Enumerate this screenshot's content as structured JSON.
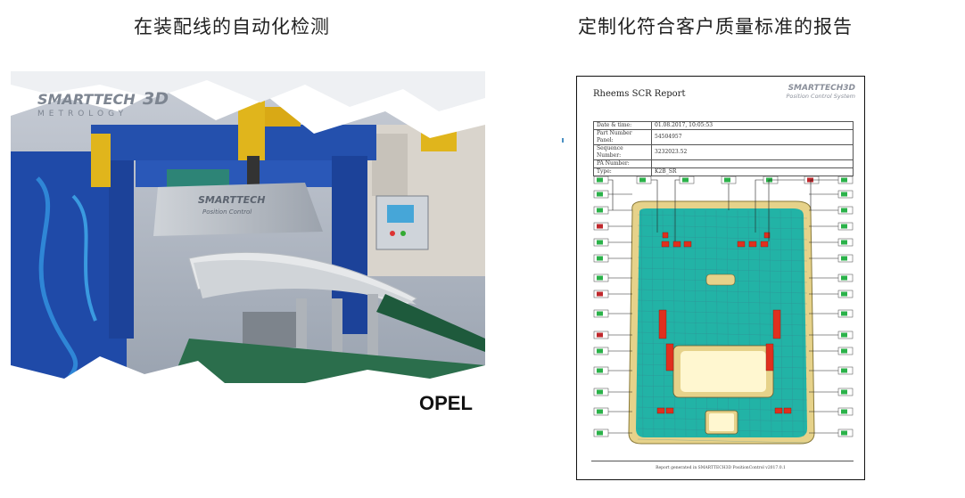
{
  "captions": {
    "left": "在装配线的自动化检测",
    "right": "定制化符合客户质量标准的报告"
  },
  "photo": {
    "logo_main": "SMARTTECH",
    "logo_3d": "3D",
    "logo_sub": "METROLOGY",
    "panel_brand": "SMARTTECH",
    "panel_sub": "Position Control"
  },
  "brand_label": "OPEL",
  "report": {
    "title": "Rheems SCR Report",
    "brand_main": "SMARTTECH3D",
    "brand_sub": "Position Control System",
    "rows": [
      {
        "key": "Date & time:",
        "value": "01.08.2017, 10:05:53"
      },
      {
        "key": "Part Number Panel:",
        "value": "54504957"
      },
      {
        "key": "Sequence Number:",
        "value": "3232023.52"
      },
      {
        "key": "PA Number:",
        "value": ""
      },
      {
        "key": "Type:",
        "value": "K2B_SR"
      }
    ],
    "footer": "Report generated in SMARTTECH3D PositionControl v2017.0.1"
  },
  "colors": {
    "ok": "#2bb24a",
    "nok": "#c0282d",
    "surface": "#22b3a6",
    "edge": "#e6d28a",
    "frame_blue": "#1f4aa8",
    "robot_yellow": "#e0b51c"
  }
}
